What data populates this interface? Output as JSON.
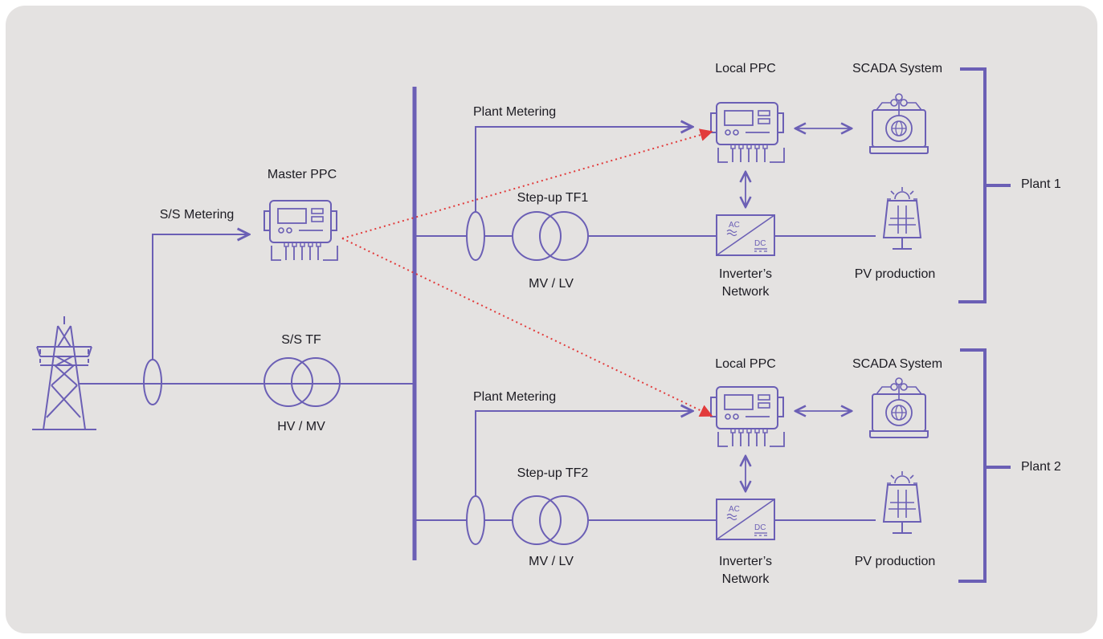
{
  "colors": {
    "line": "#6b5fb5",
    "control_link": "#e23b3b",
    "background": "#e4e2e1",
    "text": "#1c1b22"
  },
  "labels": {
    "master_ppc": "Master PPC",
    "ss_metering": "S/S Metering",
    "ss_tf": "S/S TF",
    "hv_mv": "HV / MV",
    "plant1": {
      "plant_metering": "Plant Metering",
      "step_up": "Step-up TF1",
      "mv_lv": "MV / LV",
      "local_ppc": "Local PPC",
      "scada": "SCADA System",
      "inverter": "Inverter’s Network",
      "pv": "PV production",
      "plant": "Plant 1"
    },
    "plant2": {
      "plant_metering": "Plant Metering",
      "step_up": "Step-up TF2",
      "mv_lv": "MV / LV",
      "local_ppc": "Local PPC",
      "scada": "SCADA System",
      "inverter": "Inverter’s Network",
      "pv": "PV production",
      "plant": "Plant 2"
    },
    "inverter_ac": "AC",
    "inverter_dc": "DC"
  },
  "icons": [
    "transmission-tower-icon",
    "ppc-controller-icon",
    "transformer-icon",
    "current-transformer-icon",
    "inverter-icon",
    "scada-laptop-icon",
    "solar-panel-icon"
  ]
}
